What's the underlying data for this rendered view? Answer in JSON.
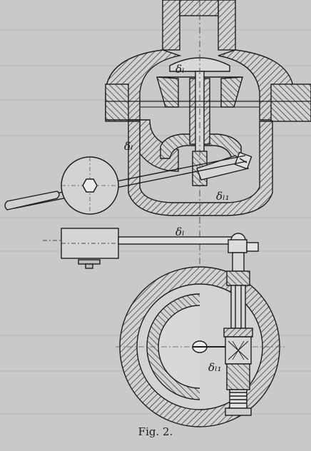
{
  "figure": {
    "caption": "Fig. 2.",
    "labels": {
      "top": "δₗ",
      "handle_upper": "δₗ",
      "stem_upper": "δₗ₁",
      "lever_lower": "δₗ",
      "stem_lower": "δₗ₁"
    }
  },
  "colors": {
    "background": "#c9c9c9",
    "ink": "#1e1e1e"
  }
}
